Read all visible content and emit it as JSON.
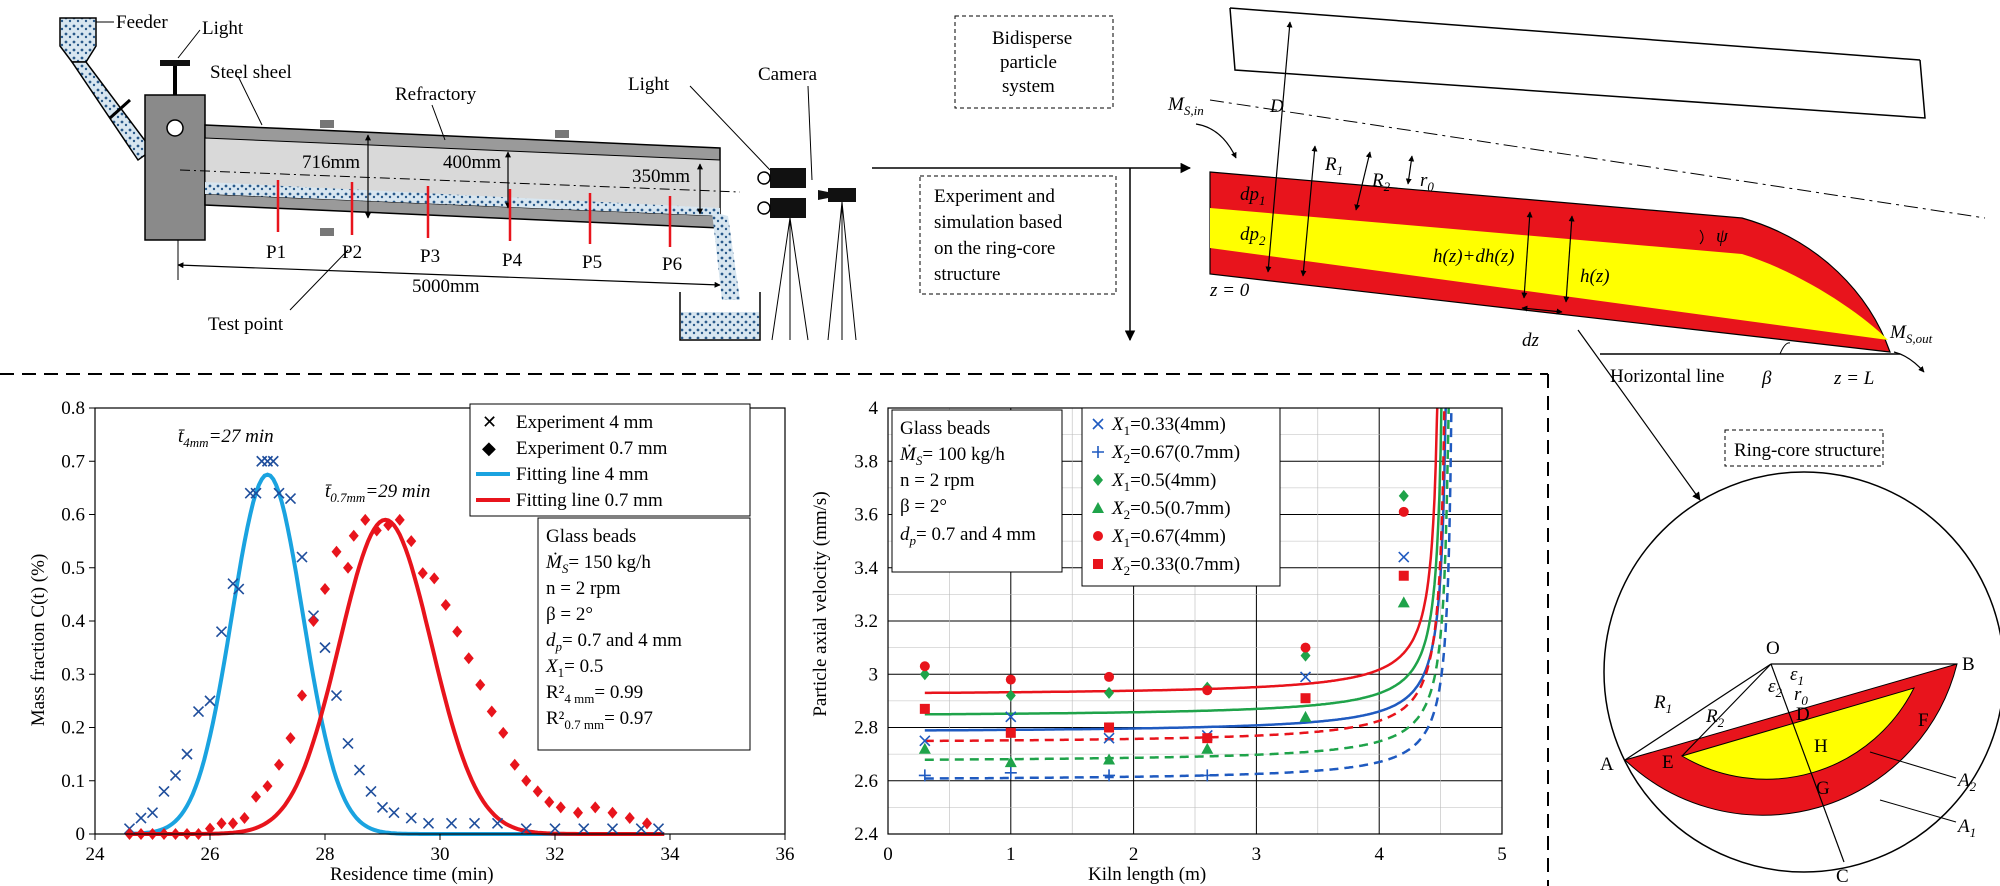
{
  "apparatus": {
    "labels": {
      "feeder": "Feeder",
      "light_top": "Light",
      "steel": "Steel sheel",
      "refractory": "Refractory",
      "light_right": "Light",
      "camera": "Camera",
      "d716": "716mm",
      "d400": "400mm",
      "d350": "350mm",
      "length": "5000mm",
      "test_point": "Test point"
    },
    "points": [
      "P1",
      "P2",
      "P3",
      "P4",
      "P5",
      "P6"
    ]
  },
  "flow_boxes": {
    "bidisperse": [
      "Bidisperse",
      "particle",
      "system"
    ],
    "experiment": [
      "Experiment and",
      "simulation based",
      "on the ring-core",
      "structure"
    ],
    "ringcore": "Ring-core structure"
  },
  "kiln_model": {
    "labels": {
      "D": "D",
      "R1": "R",
      "R2": "R",
      "r0": "r",
      "dp1": "dp",
      "dp2": "dp",
      "hdh": "h(z)+dh(z)",
      "h": "h(z)",
      "dz": "dz",
      "z0": "z = 0",
      "zL": "z = L",
      "horizontal": "Horizontal line",
      "beta": "β",
      "psi": "ψ",
      "Min": "M",
      "Mout": "M"
    },
    "subs": {
      "R1": "1",
      "R2": "2",
      "r0": "0",
      "dp1": "1",
      "dp2": "2",
      "Min": "S,in",
      "Mout": "S,out"
    }
  },
  "ring": {
    "points": [
      "O",
      "B",
      "A",
      "C",
      "D",
      "E",
      "F",
      "G",
      "H"
    ],
    "labels": {
      "R1": "R",
      "R2": "R",
      "r0": "r",
      "e1": "ε",
      "e2": "ε",
      "A1": "A",
      "A2": "A"
    },
    "subs": {
      "R1": "1",
      "R2": "2",
      "r0": "0",
      "e1": "1",
      "e2": "2",
      "A1": "1",
      "A2": "2"
    }
  },
  "colors": {
    "red": "#e8141c",
    "yellow": "#ffff00",
    "blue_fit": "#1aa3e0",
    "exp_blue": "#1f4e9c",
    "green": "#1fa34a",
    "navy": "#1f5ac0"
  },
  "chart_data": [
    {
      "type": "scatter",
      "xlabel": "Residence time (min)",
      "ylabel": "Mass  fraction C(t) (%)",
      "xlim": [
        24,
        36
      ],
      "ylim": [
        0,
        0.8
      ],
      "xticks": [
        24,
        26,
        28,
        30,
        32,
        34,
        36
      ],
      "yticks": [
        0,
        0.1,
        0.2,
        0.3,
        0.4,
        0.5,
        0.6,
        0.7,
        0.8
      ],
      "annotations": {
        "t4": "t̄",
        "t4sub": "4mm",
        "t4val": "=27 min",
        "t07": "t̄",
        "t07sub": "0.7mm",
        "t07val": "=29 min"
      },
      "legend": [
        "Experiment 4 mm",
        "Experiment 0.7 mm",
        "Fitting line 4  mm",
        "Fitting line 0.7 mm"
      ],
      "info": [
        "Glass beads",
        "Ṁ",
        "= 150 kg/h",
        "n = 2 rpm",
        "β = 2°",
        "d",
        "= 0.7 and 4 mm",
        "X",
        "= 0.5",
        "R²",
        "=  0.99",
        "R²",
        "=  0.97"
      ],
      "info_subs": [
        "S",
        "p",
        "1",
        "4 mm",
        "0.7 mm"
      ],
      "series": [
        {
          "name": "Experiment 4 mm",
          "points": [
            [
              24.6,
              0.01
            ],
            [
              24.8,
              0.03
            ],
            [
              25,
              0.04
            ],
            [
              25.2,
              0.08
            ],
            [
              25.4,
              0.11
            ],
            [
              25.6,
              0.15
            ],
            [
              25.8,
              0.23
            ],
            [
              26,
              0.25
            ],
            [
              26.2,
              0.38
            ],
            [
              26.4,
              0.47
            ],
            [
              26.5,
              0.46
            ],
            [
              26.7,
              0.64
            ],
            [
              26.8,
              0.64
            ],
            [
              26.9,
              0.7
            ],
            [
              27,
              0.7
            ],
            [
              27.1,
              0.7
            ],
            [
              27.2,
              0.64
            ],
            [
              27.4,
              0.63
            ],
            [
              27.6,
              0.52
            ],
            [
              27.8,
              0.41
            ],
            [
              28,
              0.35
            ],
            [
              28.2,
              0.26
            ],
            [
              28.4,
              0.17
            ],
            [
              28.6,
              0.12
            ],
            [
              28.8,
              0.08
            ],
            [
              29,
              0.05
            ],
            [
              29.2,
              0.04
            ],
            [
              29.5,
              0.03
            ],
            [
              29.8,
              0.02
            ],
            [
              30.2,
              0.02
            ],
            [
              30.6,
              0.02
            ],
            [
              31,
              0.02
            ],
            [
              31.5,
              0.01
            ],
            [
              32,
              0.01
            ],
            [
              32.5,
              0.01
            ],
            [
              33,
              0.01
            ],
            [
              33.5,
              0.01
            ],
            [
              33.8,
              0.01
            ]
          ]
        },
        {
          "name": "Experiment 0.7 mm",
          "points": [
            [
              24.6,
              0
            ],
            [
              24.8,
              0
            ],
            [
              25,
              0
            ],
            [
              25.2,
              0
            ],
            [
              25.4,
              0
            ],
            [
              25.6,
              0
            ],
            [
              25.8,
              0
            ],
            [
              26,
              0.01
            ],
            [
              26.2,
              0.02
            ],
            [
              26.4,
              0.02
            ],
            [
              26.6,
              0.03
            ],
            [
              26.8,
              0.07
            ],
            [
              27,
              0.09
            ],
            [
              27.2,
              0.13
            ],
            [
              27.4,
              0.18
            ],
            [
              27.6,
              0.26
            ],
            [
              27.8,
              0.4
            ],
            [
              28,
              0.46
            ],
            [
              28.2,
              0.53
            ],
            [
              28.4,
              0.5
            ],
            [
              28.5,
              0.56
            ],
            [
              28.7,
              0.59
            ],
            [
              28.9,
              0.57
            ],
            [
              29.1,
              0.58
            ],
            [
              29.3,
              0.59
            ],
            [
              29.5,
              0.55
            ],
            [
              29.7,
              0.49
            ],
            [
              29.9,
              0.48
            ],
            [
              30.1,
              0.43
            ],
            [
              30.3,
              0.38
            ],
            [
              30.5,
              0.33
            ],
            [
              30.7,
              0.28
            ],
            [
              30.9,
              0.23
            ],
            [
              31.1,
              0.19
            ],
            [
              31.3,
              0.13
            ],
            [
              31.5,
              0.1
            ],
            [
              31.7,
              0.08
            ],
            [
              31.9,
              0.06
            ],
            [
              32.1,
              0.05
            ],
            [
              32.4,
              0.04
            ],
            [
              32.7,
              0.05
            ],
            [
              33,
              0.04
            ],
            [
              33.3,
              0.03
            ],
            [
              33.6,
              0.02
            ]
          ]
        },
        {
          "name": "Fitting line 4  mm",
          "mean": 27,
          "sigma": 0.62,
          "peak": 0.675
        },
        {
          "name": "Fitting line 0.7 mm",
          "mean": 29.05,
          "sigma": 0.8,
          "peak": 0.59
        }
      ]
    },
    {
      "type": "line",
      "xlabel": "Kiln length (m)",
      "ylabel": "Particle axial velocity (mm/s)",
      "xlim": [
        0,
        5
      ],
      "ylim": [
        2.4,
        4
      ],
      "xticks": [
        0,
        1,
        2,
        3,
        4,
        5
      ],
      "yticks": [
        2.4,
        2.6,
        2.8,
        3,
        3.2,
        3.4,
        3.6,
        3.8,
        4
      ],
      "info": [
        "Glass beads",
        "Ṁ",
        "= 100 kg/h",
        "n = 2 rpm",
        "β = 2°",
        "d",
        "= 0.7 and 4 mm"
      ],
      "info_subs": [
        "S",
        "p"
      ],
      "legend_subs": [
        "1",
        "2"
      ],
      "series": [
        {
          "name": "=0.33(4mm)",
          "var": "X",
          "sub": "1",
          "marker": "x",
          "dash": false,
          "color": "#1f5ac0",
          "points": [
            [
              0.3,
              2.75
            ],
            [
              1,
              2.84
            ],
            [
              1.8,
              2.76
            ],
            [
              2.6,
              2.77
            ],
            [
              3.4,
              2.99
            ],
            [
              4.2,
              3.44
            ]
          ],
          "base": 2.78,
          "k": 0.048,
          "xa": 4.58
        },
        {
          "name": "=0.67(0.7mm)",
          "var": "X",
          "sub": "2",
          "marker": "+",
          "dash": true,
          "color": "#1f5ac0",
          "points": [
            [
              0.3,
              2.62
            ],
            [
              1,
              2.63
            ],
            [
              1.8,
              2.62
            ],
            [
              2.6,
              2.62
            ]
          ],
          "base": 2.6,
          "k": 0.045,
          "xa": 4.62
        },
        {
          "name": "=0.5(4mm)",
          "var": "X",
          "sub": "1",
          "marker": "diamond",
          "dash": false,
          "color": "#1fa34a",
          "points": [
            [
              0.3,
              3.0
            ],
            [
              1,
              2.92
            ],
            [
              1.8,
              2.93
            ],
            [
              2.6,
              2.95
            ],
            [
              3.4,
              3.07
            ],
            [
              4.2,
              3.67
            ]
          ],
          "base": 2.84,
          "k": 0.05,
          "xa": 4.55
        },
        {
          "name": "=0.5(0.7mm)",
          "var": "X",
          "sub": "2",
          "marker": "triangle",
          "dash": true,
          "color": "#1fa34a",
          "points": [
            [
              0.3,
              2.72
            ],
            [
              1,
              2.67
            ],
            [
              1.8,
              2.68
            ],
            [
              2.6,
              2.72
            ],
            [
              3.4,
              2.84
            ],
            [
              4.2,
              3.27
            ]
          ],
          "base": 2.67,
          "k": 0.048,
          "xa": 4.6
        },
        {
          "name": "=0.67(4mm)",
          "var": "X",
          "sub": "1",
          "marker": "circle",
          "dash": false,
          "color": "#e8141c",
          "points": [
            [
              0.3,
              3.03
            ],
            [
              1,
              2.98
            ],
            [
              1.8,
              2.99
            ],
            [
              2.6,
              2.94
            ],
            [
              3.4,
              3.1
            ],
            [
              4.2,
              3.61
            ]
          ],
          "base": 2.92,
          "k": 0.052,
          "xa": 4.52
        },
        {
          "name": "=0.33(0.7mm)",
          "var": "X",
          "sub": "2",
          "marker": "square",
          "dash": true,
          "color": "#e8141c",
          "points": [
            [
              0.3,
              2.87
            ],
            [
              1,
              2.78
            ],
            [
              1.8,
              2.8
            ],
            [
              2.6,
              2.76
            ],
            [
              3.4,
              2.91
            ],
            [
              4.2,
              3.37
            ]
          ],
          "base": 2.74,
          "k": 0.05,
          "xa": 4.57
        }
      ]
    }
  ]
}
